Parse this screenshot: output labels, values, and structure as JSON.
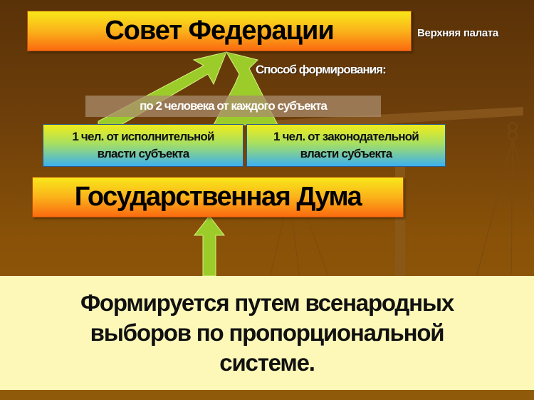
{
  "diagram": {
    "upper_chamber": {
      "title": "Совет Федерации",
      "side_label": "Верхняя палата",
      "method_label": "Способ формирования:",
      "composition": "по 2 человека от каждого субъекта",
      "sources": [
        {
          "line1": "1 чел. от исполнительной",
          "line2": "власти субъекта"
        },
        {
          "line1": "1 чел. от законодательной",
          "line2": "власти субъекта"
        }
      ]
    },
    "lower_chamber": {
      "title": "Государственная Дума",
      "formation": {
        "line1": "Формируется путем всенародных",
        "line2": "выборов по пропорциональной",
        "line3": "системе."
      }
    },
    "colors": {
      "background": "#6e3f0a",
      "orange_box_top": "#f7e81a",
      "orange_box_bottom": "#fb6a10",
      "arrow_green": "#9ccc2a",
      "bottom_panel": "#fdf8b8"
    },
    "icons": [
      "scales-of-justice-icon",
      "arrow-up-icon"
    ]
  }
}
